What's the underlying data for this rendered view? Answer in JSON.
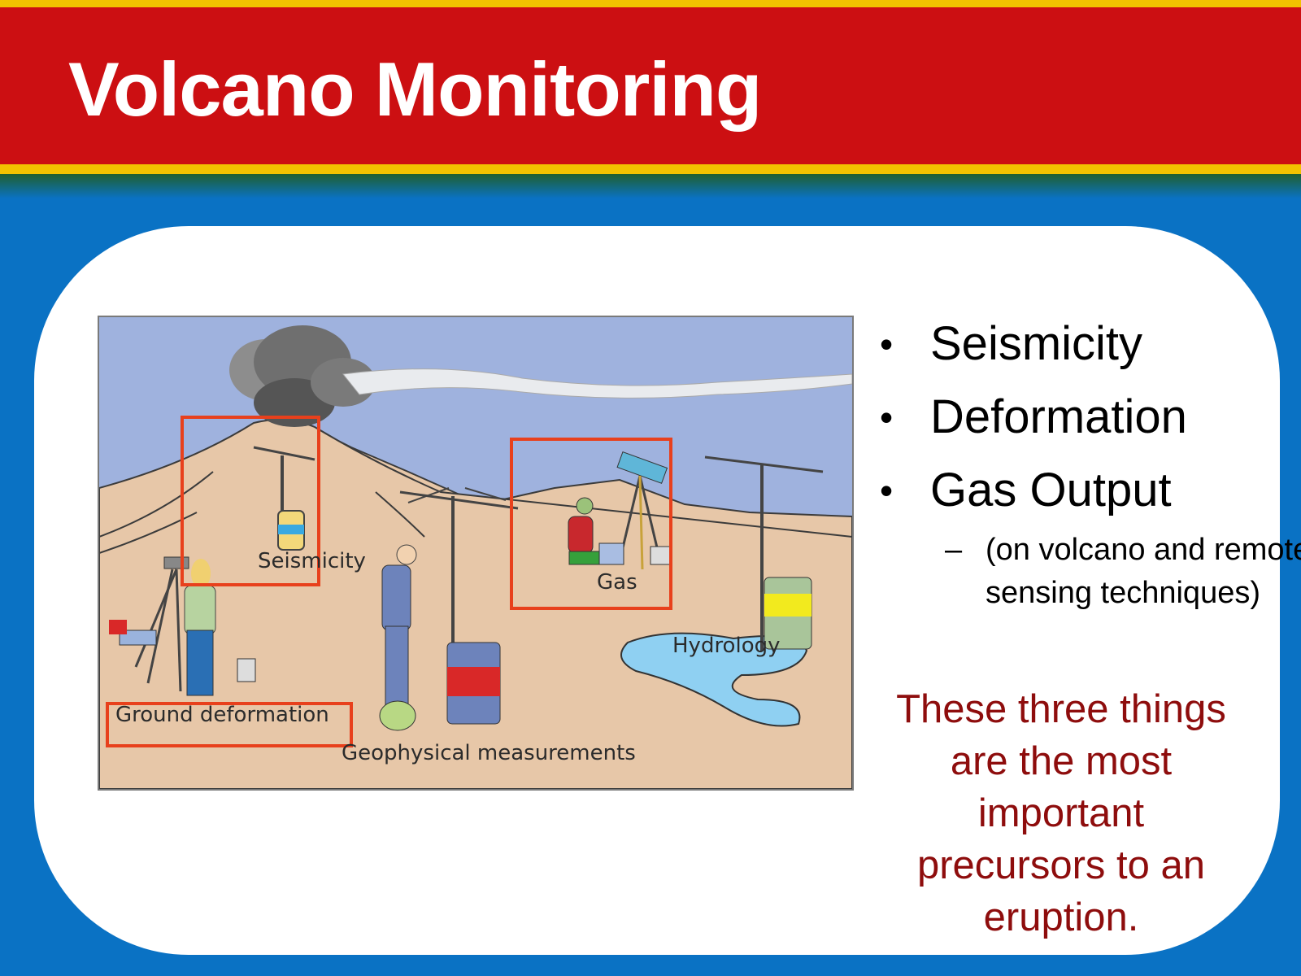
{
  "slide": {
    "title": "Volcano Monitoring",
    "bullets": [
      "Seismicity",
      "Deformation",
      "Gas Output"
    ],
    "sub_bullet": "(on volcano and remote sensing techniques)",
    "note": "These three things are the most important precursors to an eruption."
  },
  "figure": {
    "labels": {
      "seismicity": "Seismicity",
      "gas": "Gas",
      "hydrology": "Hydrology",
      "ground_deformation": "Ground deformation",
      "geophysical": "Geophysical measurements"
    }
  },
  "colors": {
    "header_red": "#cc0f12",
    "header_stripe": "#f2c200",
    "background_blue": "#0a72c4",
    "note_text": "#8e0d0d",
    "highlight_box": "#e8401c"
  }
}
